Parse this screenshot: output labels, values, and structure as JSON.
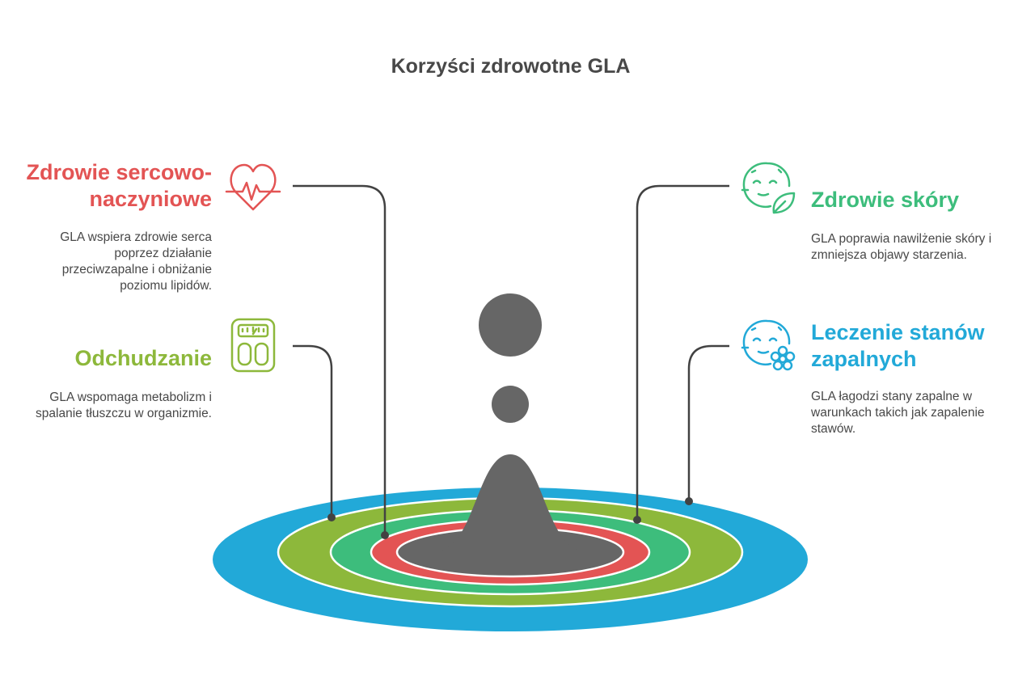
{
  "title": "Korzyści zdrowotne GLA",
  "items": {
    "cardio": {
      "heading": "Zdrowie sercowo-naczyniowe",
      "description": "GLA wspiera zdrowie serca poprzez działanie przeciwzapalne i obniżanie poziomu lipidów.",
      "color": "#e35454",
      "icon": "heart-pulse-icon"
    },
    "weight": {
      "heading": "Odchudzanie",
      "description": "GLA wspomaga metabolizm i spalanie tłuszczu w organizmie.",
      "color": "#8db83b",
      "icon": "scale-icon"
    },
    "skin": {
      "heading": "Zdrowie skóry",
      "description": "GLA poprawia nawilżenie skóry i zmniejsza objawy starzenia.",
      "color": "#3dbd7c",
      "icon": "face-leaf-icon"
    },
    "inflammation": {
      "heading": "Leczenie stanów zapalnych",
      "description": "GLA łagodzi stany zapalne w warunkach takich jak zapalenie stawów.",
      "color": "#22a9d8",
      "icon": "face-flower-icon"
    }
  },
  "colors": {
    "text": "#484848",
    "drop": "#666666",
    "connector": "#424242"
  }
}
